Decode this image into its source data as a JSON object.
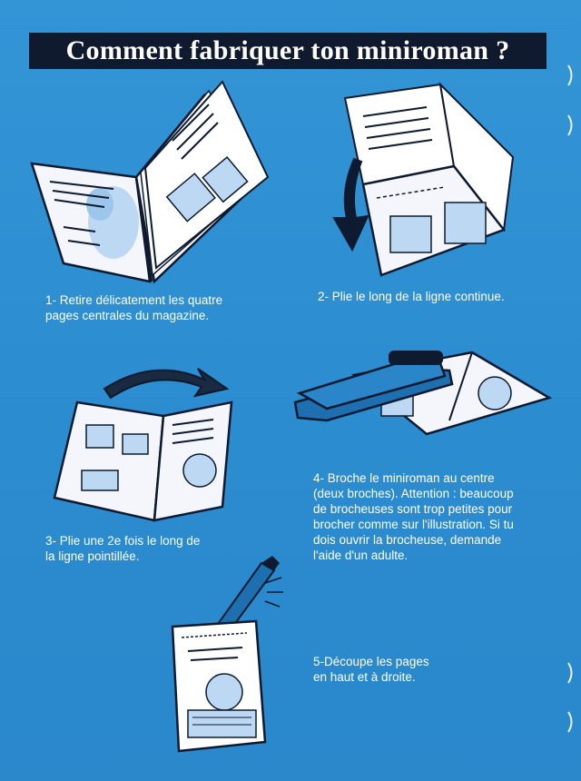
{
  "title": "Comment fabriquer ton miniroman ?",
  "steps": [
    {
      "id": 1,
      "lines": [
        "1- Retire délicatement les quatre",
        "pages centrales du magazine."
      ]
    },
    {
      "id": 2,
      "lines": [
        "2- Plie le long de la ligne continue."
      ]
    },
    {
      "id": 3,
      "lines": [
        "3- Plie une 2e fois le long de",
        "la ligne pointillée."
      ]
    },
    {
      "id": 4,
      "lines": [
        "4- Broche le miniroman au centre",
        "(deux broches). Attention : beaucoup",
        "de brocheuses sont trop petites pour",
        "brocher comme sur l'illustration. Si tu",
        "dois ouvrir  la brocheuse, demande",
        "l'aide d'un adulte."
      ]
    },
    {
      "id": 5,
      "lines": [
        "5-Découpe les pages",
        "en haut et à droite."
      ]
    }
  ],
  "colors": {
    "background": "#2f8fd0",
    "title_bar": "#0f1a2e",
    "text": "#ffffff",
    "illustration_ink": "#0d1a30",
    "illustration_paper": "#f4f6fb",
    "illustration_shade": "#bcd8f2"
  },
  "icons": [
    "open-magazine-icon",
    "folded-pages-icon",
    "down-arrow-icon",
    "curved-arrow-icon",
    "folded-booklet-icon",
    "stapler-icon",
    "booklet-icon",
    "cutter-icon"
  ]
}
